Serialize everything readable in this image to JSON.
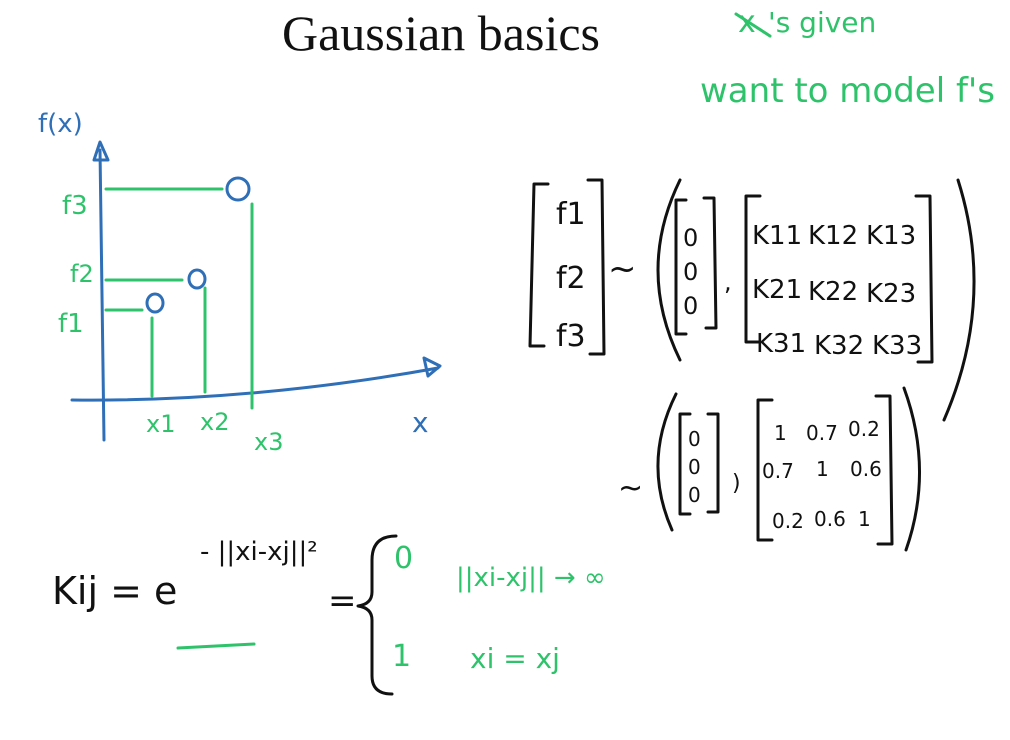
{
  "title": "Gaussian basics",
  "notes": {
    "line1_mark": "x",
    "line1_rest": "'s given",
    "line2": "want to model f's"
  },
  "plot": {
    "ylabel": "f(x)",
    "xlabel": "x",
    "y_labels": [
      "f3",
      "f2",
      "f1"
    ],
    "x_labels": [
      "x1",
      "x2",
      "x3"
    ]
  },
  "matrix1": {
    "fvec": [
      "f1",
      "f2",
      "f3"
    ],
    "tilde": "~",
    "mean": [
      "0",
      "0",
      "0"
    ],
    "cov": [
      [
        "K11",
        "K12",
        "K13"
      ],
      [
        "K21",
        "K22",
        "K23"
      ],
      [
        "K31",
        "K32",
        "K33"
      ]
    ]
  },
  "matrix2": {
    "tilde": "~",
    "mean": [
      "0",
      "0",
      "0"
    ],
    "cov": [
      [
        "1",
        "0.7",
        "0.2"
      ],
      [
        "0.7",
        "1",
        "0.6"
      ],
      [
        "0.2",
        "0.6",
        "1"
      ]
    ]
  },
  "kernel": {
    "lhs": "Kij = e",
    "exponent": "- ||xi-xj||²",
    "equals": "=",
    "case0_val": "0",
    "case0_cond": "||xi-xj|| → ∞",
    "case1_val": "1",
    "case1_cond": "xi = xj"
  }
}
